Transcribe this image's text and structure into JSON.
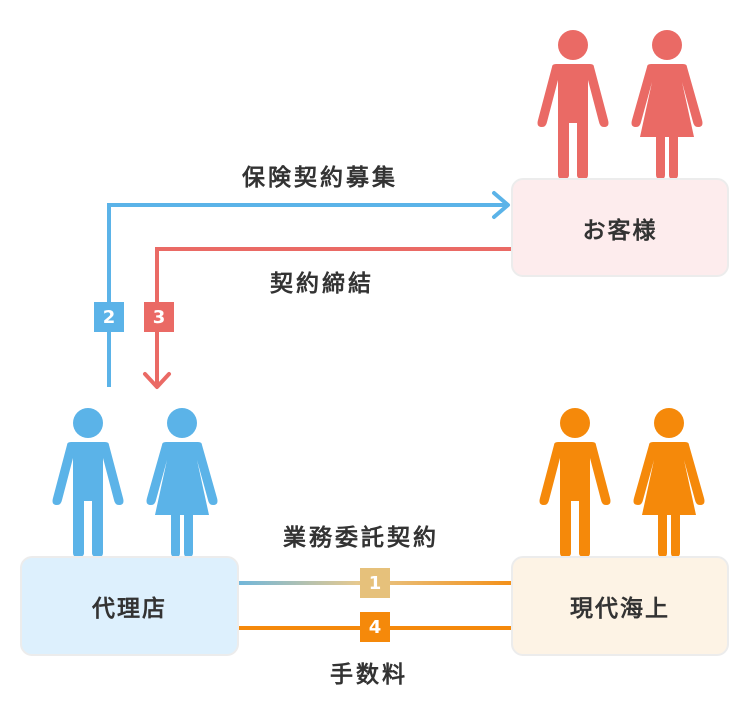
{
  "colors": {
    "customer": "#ea6a65",
    "agency": "#5bb3e8",
    "kaijo": "#f5890a",
    "badge_1": "#e6c17b",
    "text": "#333333"
  },
  "entities": {
    "customer": {
      "label": "お客様",
      "icons": [
        "man-icon",
        "woman-icon"
      ]
    },
    "agency": {
      "label": "代理店",
      "icons": [
        "man-icon",
        "woman-icon"
      ]
    },
    "kaijo": {
      "label": "現代海上",
      "icons": [
        "man-icon",
        "woman-icon"
      ]
    }
  },
  "flows": [
    {
      "step": "1",
      "label": "業務委託契約",
      "from": "agency",
      "to": "kaijo",
      "bidirectional": true
    },
    {
      "step": "2",
      "label": "保険契約募集",
      "from": "agency",
      "to": "customer"
    },
    {
      "step": "3",
      "label": "契約締結",
      "from": "customer",
      "to": "agency"
    },
    {
      "step": "4",
      "label": "手数料",
      "from": "kaijo",
      "to": "agency"
    }
  ]
}
